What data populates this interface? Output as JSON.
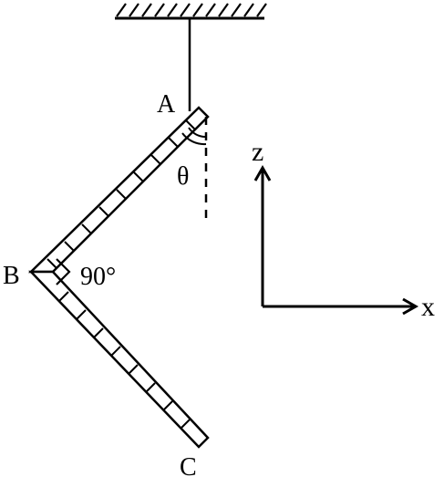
{
  "labels": {
    "point_a": "A",
    "point_b": "B",
    "point_c": "C",
    "angle_theta": "θ",
    "right_angle": "90°",
    "axis_z": "z",
    "axis_x": "x"
  },
  "colors": {
    "ink": "#000000",
    "background": "#ffffff"
  }
}
